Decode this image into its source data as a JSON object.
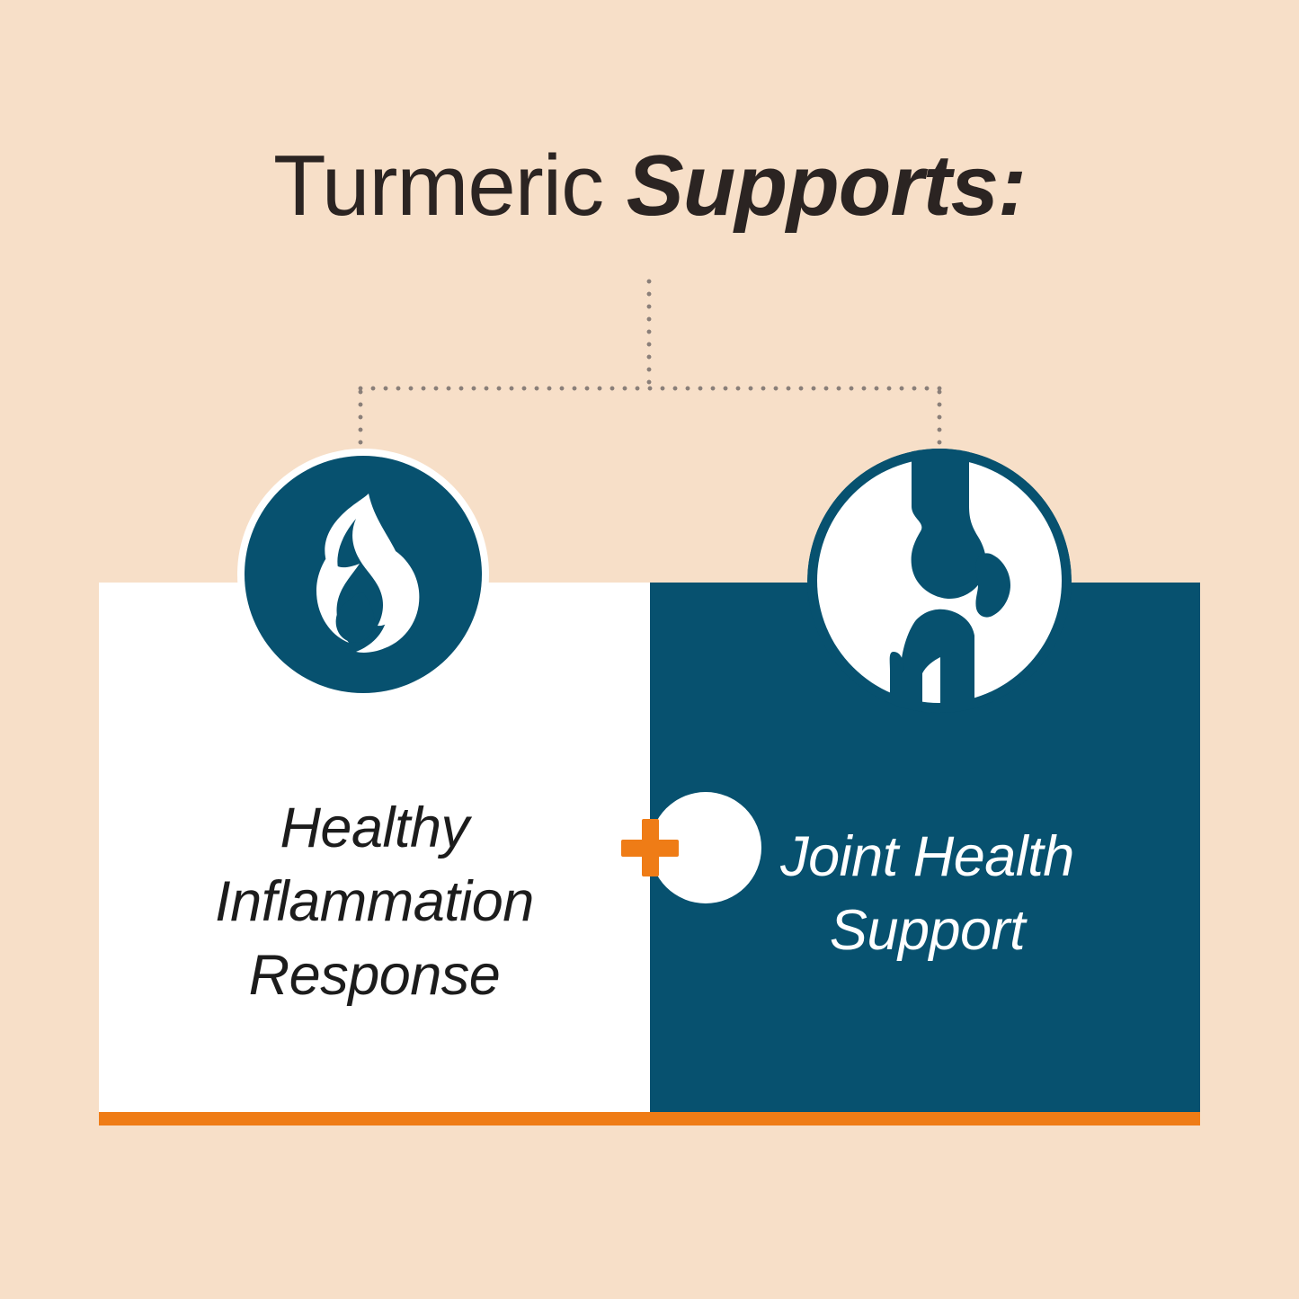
{
  "header": {
    "title_regular": "Turmeric ",
    "title_emphasis": "Supports:",
    "title_full": "Turmeric Supports:"
  },
  "connector": {
    "style": "dotted-bracket",
    "color": "#8a7f79",
    "branches": 2
  },
  "benefits": [
    {
      "id": "healthy-inflammation-response",
      "icon": "flame-icon",
      "icon_label": "flame",
      "lines": [
        "Healthy",
        "Inflammation",
        "Response"
      ],
      "text": "Healthy Inflammation Response",
      "panel_background": "#ffffff",
      "text_color": "#1c1c1c",
      "icon_circle_fill": "#07516f",
      "icon_glyph_fill": "#ffffff",
      "icon_ring": "#ffffff"
    },
    {
      "id": "joint-health-support",
      "icon": "knee-joint-icon",
      "icon_label": "knee joint",
      "lines": [
        "Joint Health",
        "Support"
      ],
      "text": "Joint Health Support",
      "panel_background": "#07516f",
      "text_color": "#ffffff",
      "icon_circle_fill": "#ffffff",
      "icon_glyph_fill": "#07516f",
      "icon_ring": "#07516f"
    }
  ],
  "divider": {
    "symbol": "+",
    "name": "plus-icon",
    "color": "#ef7c16",
    "bubble_color": "#ffffff"
  },
  "base_bar": {
    "color": "#ef7c16"
  },
  "palette": {
    "background": "#f7dfc8",
    "teal": "#07516f",
    "orange": "#ef7c16",
    "white": "#ffffff",
    "title_text": "#2b2422",
    "dot_gray": "#8a7f79"
  }
}
